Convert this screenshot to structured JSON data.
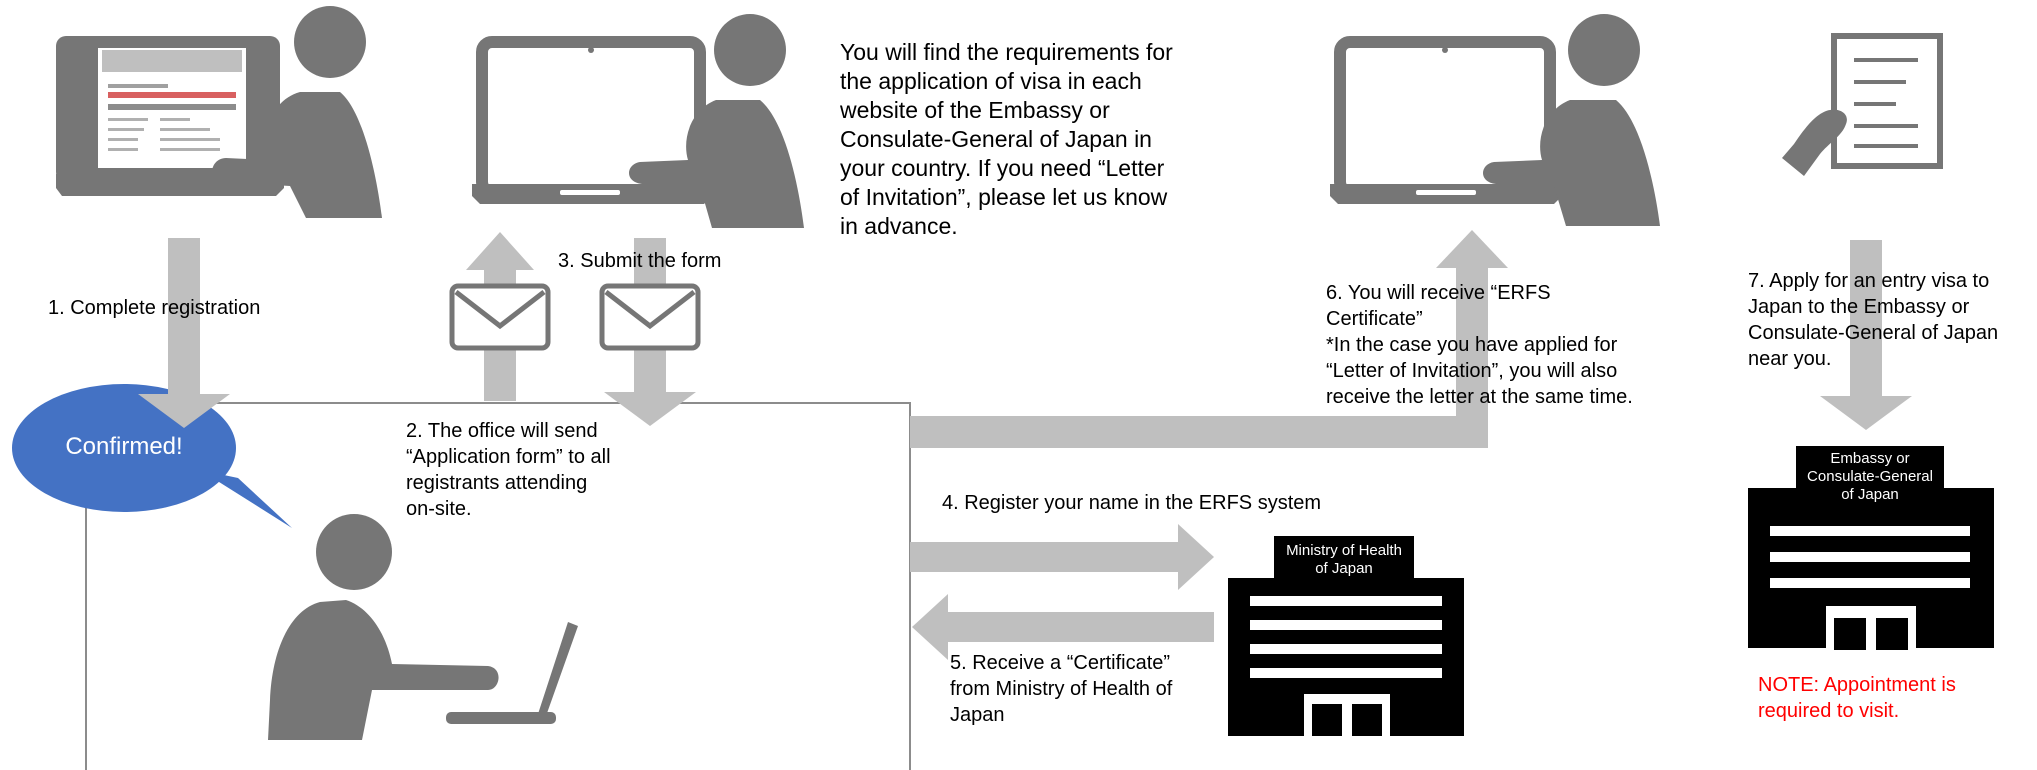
{
  "colors": {
    "gray": "#bfbfbf",
    "dark_gray": "#767676",
    "bubble": "#4472c4",
    "note": "#ff0000",
    "building": "#000000"
  },
  "bubble": {
    "label": "Confirmed!"
  },
  "intro_text": [
    "You will find the requirements for",
    "the application of visa in each",
    "website of the Embassy or",
    "Consulate-General of Japan in",
    "your country. If you need “Letter",
    "of Invitation”, please let us know",
    "in advance."
  ],
  "steps": {
    "s1": [
      "1. Complete registration"
    ],
    "s2": [
      "2. The office will send",
      "“Application form” to all",
      "registrants attending",
      "on-site."
    ],
    "s3": [
      "3. Submit the form"
    ],
    "s4": [
      "4. Register your name in the ERFS system"
    ],
    "s5": [
      "5. Receive a “Certificate”",
      "from Ministry of Health of",
      "Japan"
    ],
    "s6": [
      "6. You will receive “ERFS",
      "Certificate”",
      "*In the case you have applied for",
      "“Letter of Invitation”, you will also",
      "receive the letter at the same time."
    ],
    "s7": [
      "7. Apply for an entry visa to",
      "Japan to the Embassy or",
      "Consulate-General of Japan",
      "near you."
    ]
  },
  "ministry": {
    "label": [
      "Ministry of Health",
      "of Japan"
    ]
  },
  "embassy": {
    "label": [
      "Embassy or",
      "Consulate-General",
      "of Japan"
    ]
  },
  "note": [
    "NOTE: Appointment is",
    "required to visit."
  ],
  "icons": [
    "laptop-with-form-icon",
    "person-icon",
    "laptop-icon",
    "envelope-icon",
    "building-icon",
    "document-in-hand-icon"
  ]
}
